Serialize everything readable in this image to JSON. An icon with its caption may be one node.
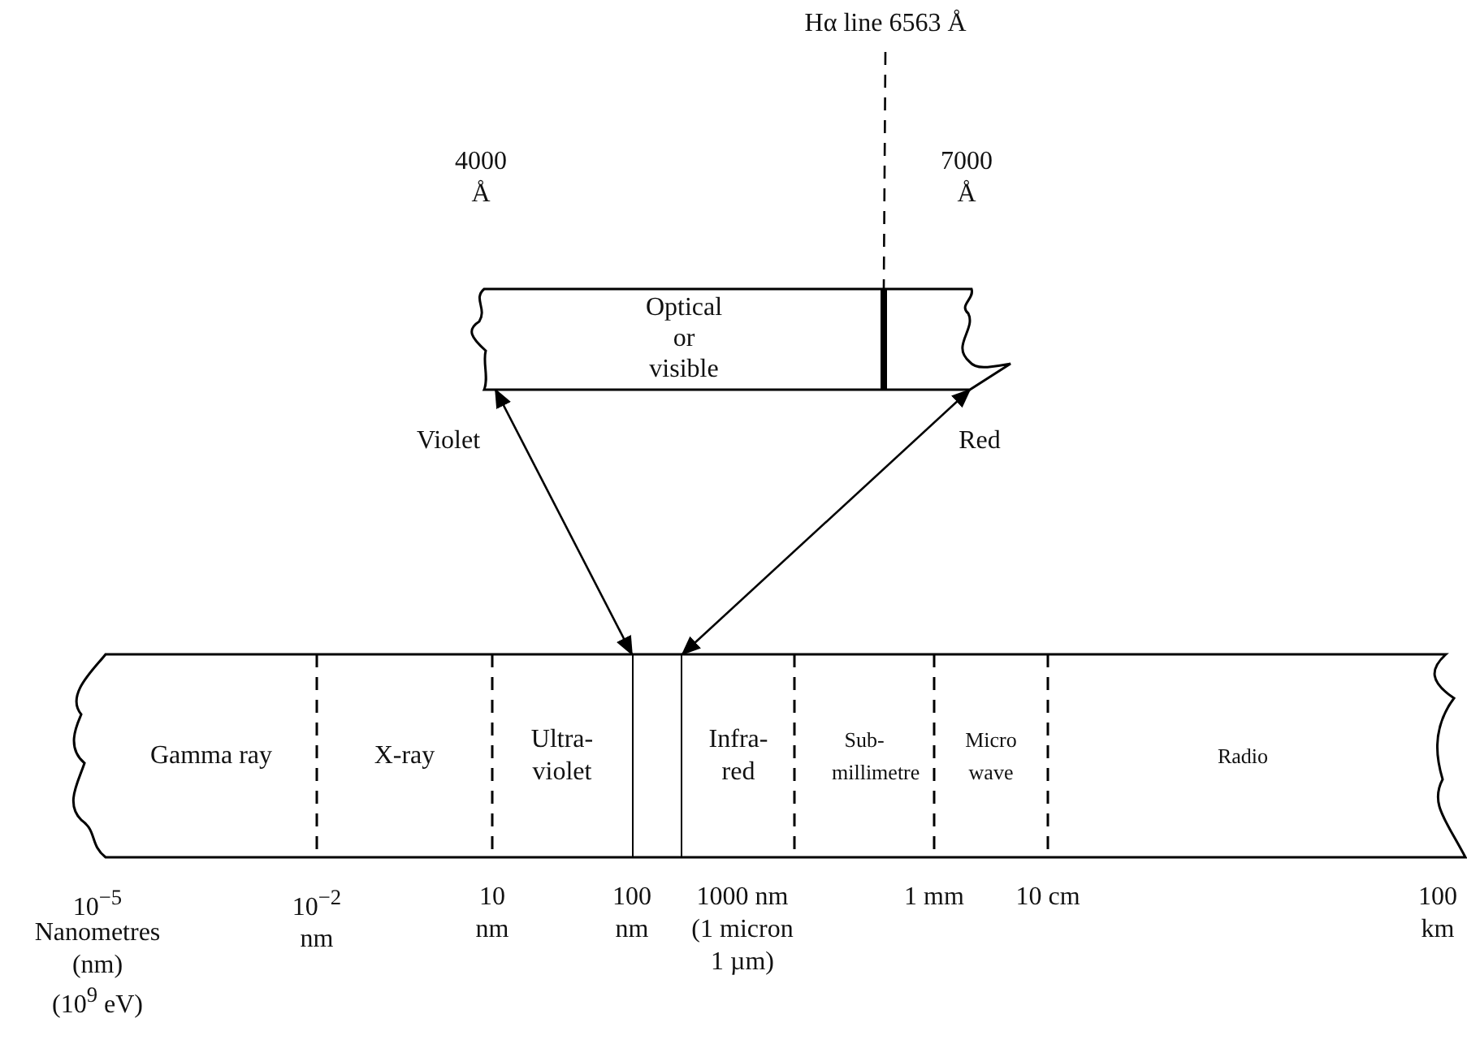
{
  "diagram": {
    "nodes": [
      {
        "text": [
          "Hα line 6563 Å"
        ]
      },
      {
        "text": [
          "Optical or visible"
        ]
      },
      {
        "text": [],
        "shape": "bar",
        "in": 1
      },
      {
        "text": [
          "Gamma ray"
        ]
      },
      {
        "text": [
          "X-ray"
        ]
      },
      {
        "text": [
          "Ultra- violet"
        ]
      },
      {
        "text": [],
        "shape": "box"
      },
      {
        "text": [
          "Infra- red"
        ]
      },
      {
        "text": [
          "Sub- millimetre"
        ]
      },
      {
        "text": [
          "Micro wave"
        ]
      },
      {
        "text": [
          "Radio"
        ]
      }
    ],
    "edges": [
      {
        "from": 0,
        "to": 2,
        "arrow": "none",
        "style": "dashed"
      },
      {
        "from": 6,
        "to": 1,
        "arrow": "both"
      },
      {
        "from": 6,
        "to": 1,
        "arrow": "both"
      }
    ],
    "labels": [
      "4000 Å",
      "7000 Å",
      "Violet",
      "Red",
      "10$^{−5}$",
      "Nanometres (nm)",
      "(10$^{9}$ eV)",
      "10$^{−2}$ nm",
      "10 nm",
      "100 nm",
      "1000 nm (1 micron 1 µm)",
      "1 mm",
      "10 cm",
      "100 km"
    ]
  }
}
